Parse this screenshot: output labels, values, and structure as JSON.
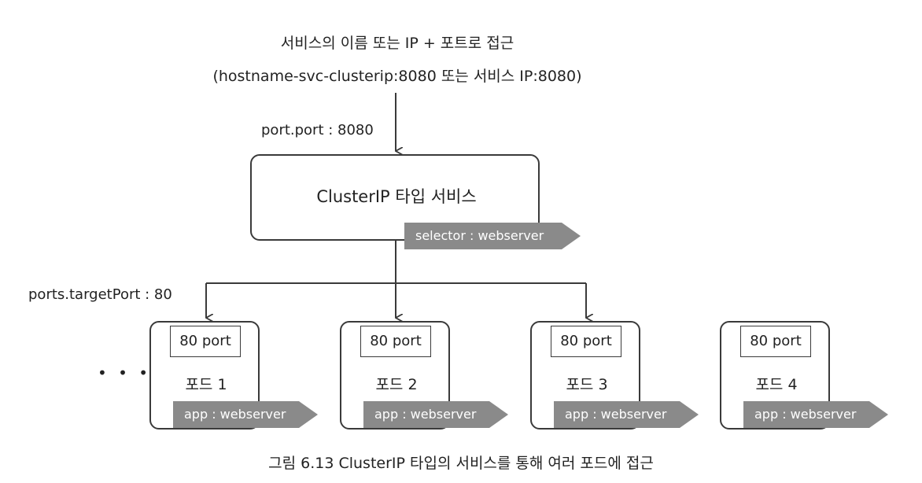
{
  "header": {
    "line1": "서비스의 이름 또는 IP + 포트로 접근",
    "line2": "(hostname-svc-clusterip:8080 또는 서비스 IP:8080)"
  },
  "port_label": "port.port : 8080",
  "service": {
    "name": "ClusterIP 타입 서비스",
    "selector": "selector : webserver"
  },
  "target_port_label": "ports.targetPort : 80",
  "ellipsis": "• • •",
  "pods": [
    {
      "port": "80 port",
      "name": "포드 1",
      "label": "app : webserver"
    },
    {
      "port": "80 port",
      "name": "포드 2",
      "label": "app : webserver"
    },
    {
      "port": "80 port",
      "name": "포드 3",
      "label": "app : webserver"
    },
    {
      "port": "80 port",
      "name": "포드 4",
      "label": "app : webserver"
    }
  ],
  "caption": "그림 6.13 ClusterIP 타입의 서비스를 통해 여러 포드에 접근",
  "colors": {
    "line": "#3a3a3a",
    "tag": "#8a8a8a",
    "text": "#222222"
  }
}
